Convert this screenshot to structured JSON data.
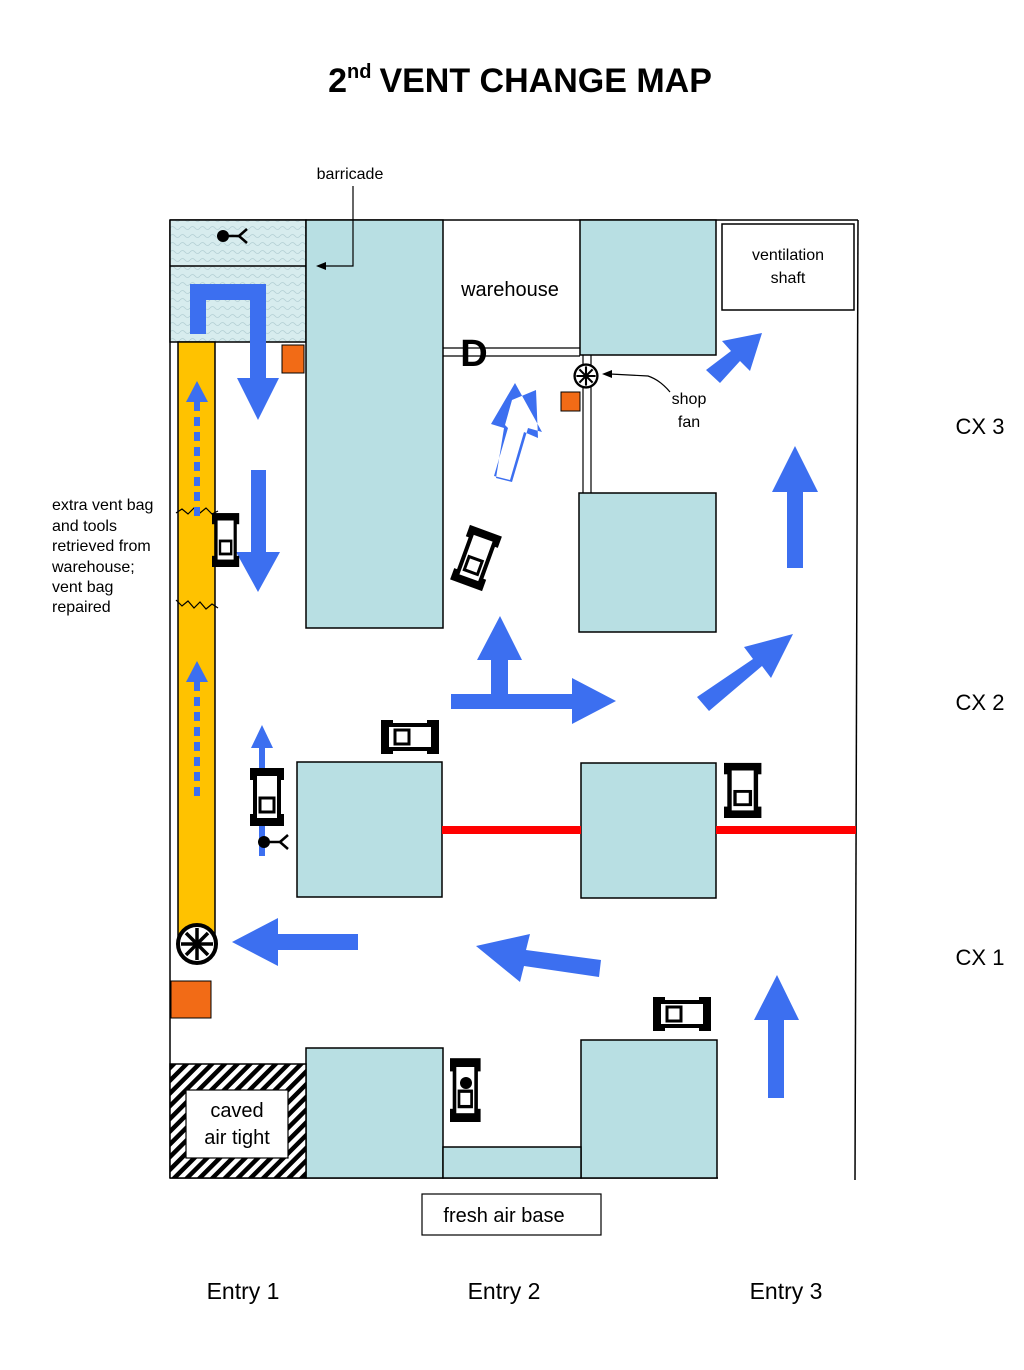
{
  "title": {
    "number": "2",
    "suffix": "nd",
    "text": "VENT CHANGE MAP"
  },
  "labels": {
    "barricade": "barricade",
    "warehouse": "warehouse",
    "ventilation_shaft_line1": "ventilation",
    "ventilation_shaft_line2": "shaft",
    "shop_fan_line1": "shop",
    "shop_fan_line2": "fan",
    "door": "D",
    "note_lines": [
      "extra vent bag",
      "and tools",
      "retrieved from",
      "warehouse;",
      "vent bag",
      "repaired"
    ],
    "caved_line1": "caved",
    "caved_line2": "air tight",
    "fresh_air_base": "fresh air base"
  },
  "crosscuts": [
    "CX 3",
    "CX 2",
    "CX 1"
  ],
  "entries": [
    "Entry 1",
    "Entry 2",
    "Entry 3"
  ],
  "colors": {
    "pillar": "#b8dfe3",
    "airflow_arrow": "#3c6ff0",
    "vent_tubing": "#ffc200",
    "stopping": "#ff0000",
    "brattice_marker": "#f26b16"
  },
  "icons": [
    "miner-icon",
    "vehicle-icon",
    "fan-icon"
  ]
}
